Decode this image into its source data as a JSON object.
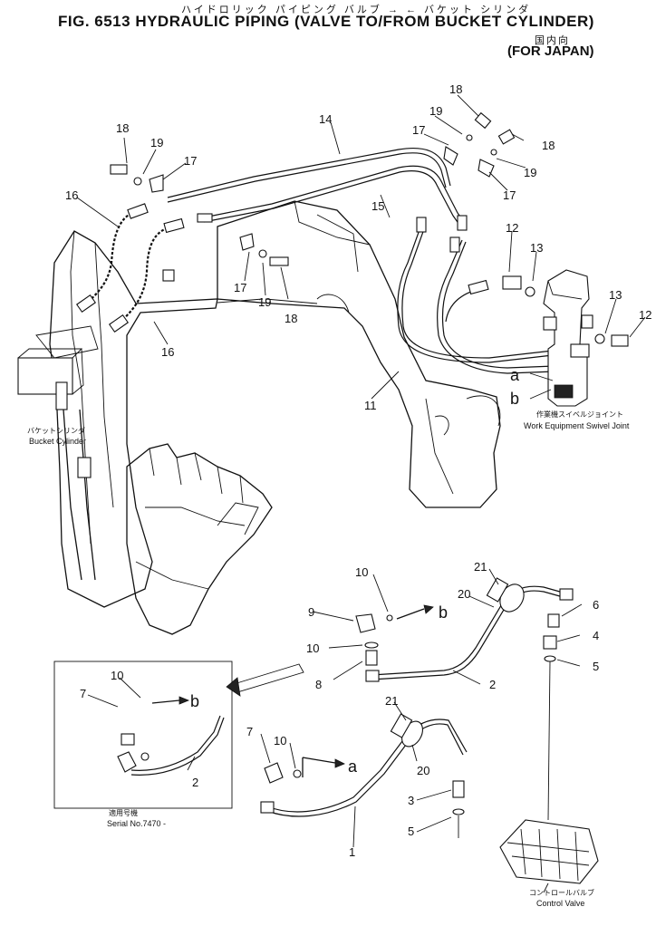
{
  "header": {
    "title": "FIG. 6513  HYDRAULIC PIPING (VALVE TO/FROM BUCKET CYLINDER)",
    "subtitle_jp": "ハイドロリック パイピング  バルブ → ← バケット シリンダ",
    "market_jp": "国内向",
    "market": "(FOR JAPAN)"
  },
  "captions": {
    "bucket_cylinder_jp": "バケットシリンダ",
    "bucket_cylinder": "Bucket Cylinder",
    "swivel_joint_jp": "作業機スイベルジョイント",
    "swivel_joint": "Work Equipment Swivel Joint",
    "serial_jp": "適用号機",
    "serial": "Serial No.7470 -",
    "control_valve_jp": "コントロールバルブ",
    "control_valve": "Control Valve"
  },
  "callouts": [
    {
      "id": "c-18-a",
      "text": "18"
    },
    {
      "id": "c-19-a",
      "text": "19"
    },
    {
      "id": "c-17-a",
      "text": "17"
    },
    {
      "id": "c-16-a",
      "text": "16"
    },
    {
      "id": "c-14",
      "text": "14"
    },
    {
      "id": "c-15",
      "text": "15"
    },
    {
      "id": "c-18-b",
      "text": "18"
    },
    {
      "id": "c-19-b",
      "text": "19"
    },
    {
      "id": "c-17-b",
      "text": "17"
    },
    {
      "id": "c-18-c",
      "text": "18"
    },
    {
      "id": "c-19-c",
      "text": "19"
    },
    {
      "id": "c-17-c",
      "text": "17"
    },
    {
      "id": "c-12-a",
      "text": "12"
    },
    {
      "id": "c-13-a",
      "text": "13"
    },
    {
      "id": "c-13-b",
      "text": "13"
    },
    {
      "id": "c-12-b",
      "text": "12"
    },
    {
      "id": "c-17-d",
      "text": "17"
    },
    {
      "id": "c-19-d",
      "text": "19"
    },
    {
      "id": "c-18-d",
      "text": "18"
    },
    {
      "id": "c-16-b",
      "text": "16"
    },
    {
      "id": "c-11",
      "text": "11"
    },
    {
      "id": "c-a-top",
      "text": "a"
    },
    {
      "id": "c-b-top",
      "text": "b"
    },
    {
      "id": "c-10-a",
      "text": "10"
    },
    {
      "id": "c-9",
      "text": "9"
    },
    {
      "id": "c-b-mid",
      "text": "b"
    },
    {
      "id": "c-10-b",
      "text": "10"
    },
    {
      "id": "c-8",
      "text": "8"
    },
    {
      "id": "c-21-a",
      "text": "21"
    },
    {
      "id": "c-20-a",
      "text": "20"
    },
    {
      "id": "c-2-a",
      "text": "2"
    },
    {
      "id": "c-6",
      "text": "6"
    },
    {
      "id": "c-4",
      "text": "4"
    },
    {
      "id": "c-5-a",
      "text": "5"
    },
    {
      "id": "c-10-c",
      "text": "10"
    },
    {
      "id": "c-7-a",
      "text": "7"
    },
    {
      "id": "c-b-inset",
      "text": "b"
    },
    {
      "id": "c-2-b",
      "text": "2"
    },
    {
      "id": "c-21-b",
      "text": "21"
    },
    {
      "id": "c-20-b",
      "text": "20"
    },
    {
      "id": "c-7-b",
      "text": "7"
    },
    {
      "id": "c-10-d",
      "text": "10"
    },
    {
      "id": "c-a-bot",
      "text": "a"
    },
    {
      "id": "c-3",
      "text": "3"
    },
    {
      "id": "c-5-b",
      "text": "5"
    },
    {
      "id": "c-1",
      "text": "1"
    }
  ]
}
